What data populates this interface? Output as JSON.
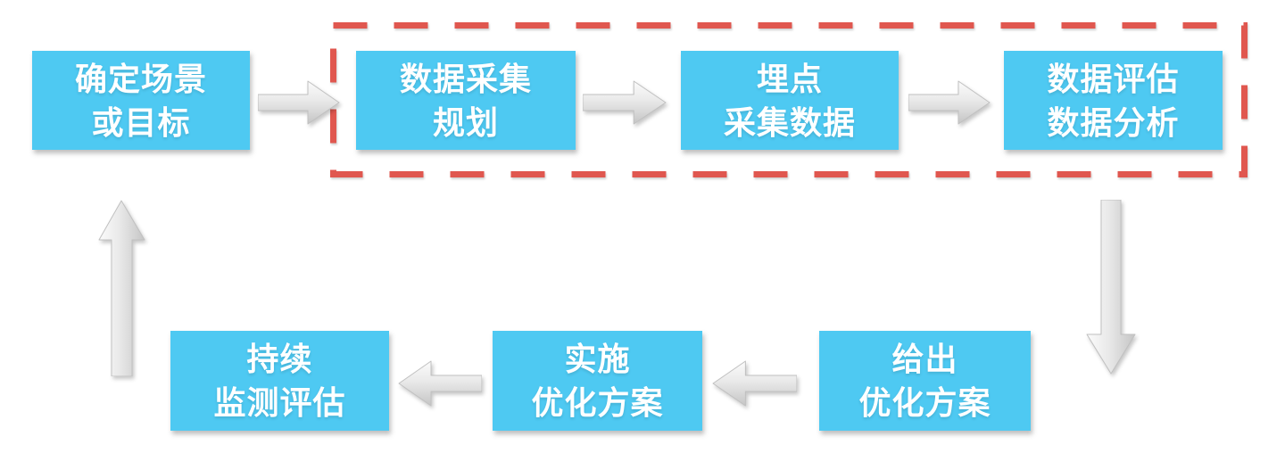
{
  "diagram": {
    "type": "flowchart",
    "boxes": [
      {
        "id": "define-goal",
        "line1": "确定场景",
        "line2": "或目标"
      },
      {
        "id": "data-collection-planning",
        "line1": "数据采集",
        "line2": "规划"
      },
      {
        "id": "tracking-and-collect",
        "line1": "埋点",
        "line2": "采集数据"
      },
      {
        "id": "evaluate-analyze",
        "line1": "数据评估",
        "line2": "数据分析"
      },
      {
        "id": "continuous-monitoring",
        "line1": "持续",
        "line2": "监测评估"
      },
      {
        "id": "implement-optimization",
        "line1": "实施",
        "line2": "优化方案"
      },
      {
        "id": "propose-optimization",
        "line1": "给出",
        "line2": "优化方案"
      }
    ],
    "arrows": [
      {
        "from": "define-goal",
        "to": "data-collection-planning",
        "direction": "right"
      },
      {
        "from": "data-collection-planning",
        "to": "tracking-and-collect",
        "direction": "right"
      },
      {
        "from": "tracking-and-collect",
        "to": "evaluate-analyze",
        "direction": "right"
      },
      {
        "from": "evaluate-analyze",
        "to": "propose-optimization",
        "direction": "down"
      },
      {
        "from": "propose-optimization",
        "to": "implement-optimization",
        "direction": "left"
      },
      {
        "from": "implement-optimization",
        "to": "continuous-monitoring",
        "direction": "left"
      },
      {
        "from": "continuous-monitoring",
        "to": "define-goal",
        "direction": "up"
      }
    ],
    "dashed_frame": {
      "encloses": [
        "data-collection-planning",
        "tracking-and-collect",
        "evaluate-analyze"
      ]
    },
    "colors": {
      "background": "#ffffff",
      "node_fill": "#4ec9f2",
      "node_text": "#ffffff",
      "dashed_frame": "#e0574f",
      "arrow_light": "#fbfbfb",
      "arrow_mid": "#e9e9e9",
      "arrow_dark": "#c5c5c5",
      "arrow_stroke": "#c0c0c0"
    }
  }
}
